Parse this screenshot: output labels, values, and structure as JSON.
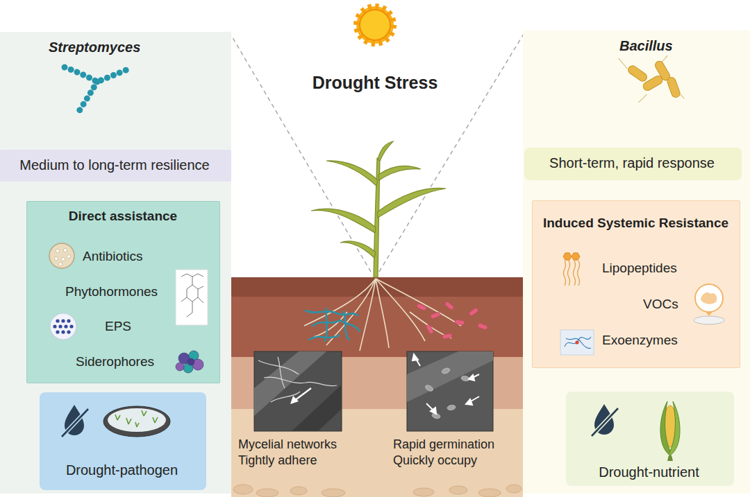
{
  "diagram": {
    "title": "Drought Stress",
    "nodes": [
      {
        "text": [
          "Streptomyces"
        ]
      },
      {
        "text": [
          "Medium to long-term resilience"
        ],
        "in": 0
      },
      {
        "text": [
          "Direct assistance",
          "Antibiotics",
          "Phytohormones",
          "EPS",
          "Siderophores"
        ],
        "in": 0
      },
      {
        "text": [
          "Drought-pathogen"
        ],
        "in": 0
      },
      {
        "text": [
          "Bacillus"
        ]
      },
      {
        "text": [
          "Short-term, rapid response"
        ],
        "in": 4
      },
      {
        "text": [
          "Induced Systemic Resistance",
          "Lipopeptides",
          "VOCs",
          "Exoenzymes"
        ],
        "in": 4
      },
      {
        "text": [
          "Drought-nutrient"
        ],
        "in": 4
      }
    ],
    "labels": [
      "Mycelial networks Tightly adhere",
      "Rapid germination Quickly occupy"
    ]
  }
}
